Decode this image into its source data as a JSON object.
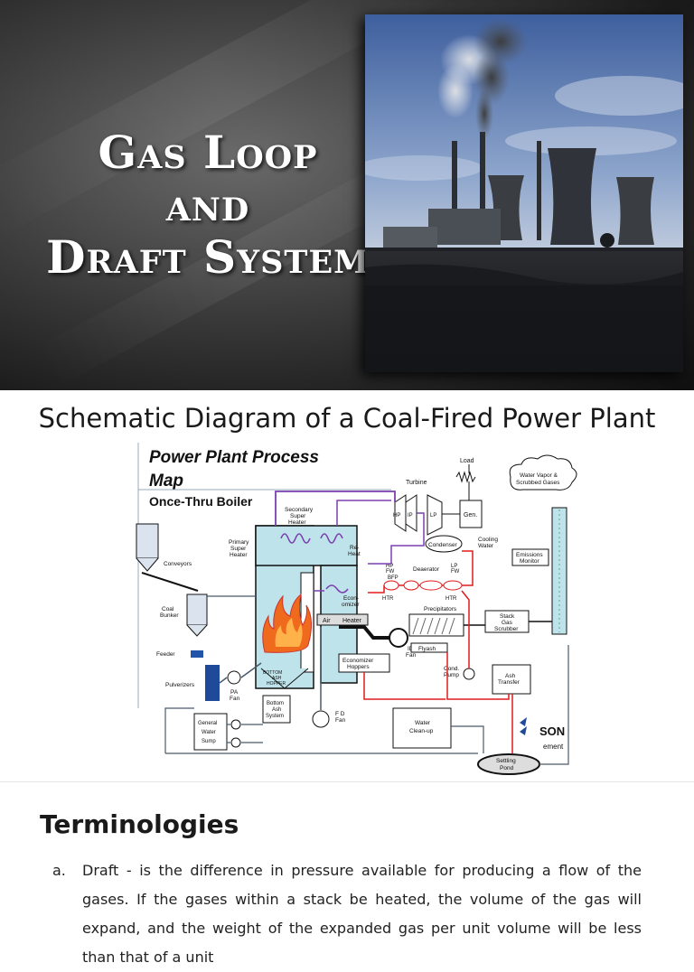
{
  "slide1": {
    "title_lines": [
      "Gas Loop",
      "and",
      "Draft System"
    ],
    "photo": "coal-power-plant-photo"
  },
  "slide2": {
    "heading": "Schematic Diagram of a Coal-Fired Power Plant",
    "diagram": {
      "title_line1": "Power Plant Process",
      "title_line2": "Map",
      "subtitle": "Once-Thru Boiler",
      "labels": {
        "load": "Load",
        "turbine": "Turbine",
        "gen": "Gen.",
        "hp": "HP",
        "ip": "IP",
        "lp": "LP",
        "water_vapor_1": "Water Vapor &",
        "water_vapor_2": "Scrubbed Gases",
        "secondary_1": "Secondary",
        "secondary_2": "Super",
        "secondary_3": "Heater",
        "primary_1": "Primary",
        "primary_2": "Super",
        "primary_3": "Heater",
        "conveyors": "Conveyors",
        "reheat_1": "Re-",
        "reheat_2": "Heat",
        "condenser": "Condenser",
        "cooling_1": "Cooling",
        "cooling_2": "Water",
        "emissions_1": "Emissions",
        "emissions_2": "Monitor",
        "hp_fw_1": "HP",
        "hp_fw_2": "FW",
        "bfp": "BFP",
        "deaerator": "Deaerator",
        "lp_fw_1": "LP",
        "lp_fw_2": "FW",
        "htr1": "HTR",
        "htr2": "HTR",
        "econ_1": "Econ-",
        "econ_2": "omizer",
        "coal_1": "Coal",
        "coal_2": "Bunker",
        "air": "Air",
        "heater": "Heater",
        "precipitators": "Precipitators",
        "stack_1": "Stack",
        "stack_2": "Gas",
        "stack_3": "Scrubber",
        "feeder": "Feeder",
        "flyash": "Flyash",
        "id_1": "ID",
        "id_2": "Fan",
        "bottom_hopper_1": "BOTTOM",
        "bottom_hopper_2": "ASH",
        "bottom_hopper_3": "HOPPER",
        "economizer_h_1": "Economizer",
        "economizer_h_2": "Hoppers",
        "pulverizers": "Pulverizers",
        "pa_1": "PA",
        "pa_2": "Fan",
        "cond_1": "Cond.",
        "cond_2": "Pump",
        "ash_1": "Ash",
        "ash_2": "Transfer",
        "bottom_ash_1": "Bottom",
        "bottom_ash_2": "Ash",
        "bottom_ash_3": "System",
        "fd_1": "F D",
        "fd_2": "Fan",
        "sump_1": "General",
        "sump_2": "Water",
        "sump_3": "Sump",
        "cleanup_1": "Water",
        "cleanup_2": "Clean-up",
        "settling_1": "Settling",
        "settling_2": "Pond",
        "logo_text": "SON",
        "logo_sub": "ement"
      }
    }
  },
  "slide3": {
    "heading": "Terminologies",
    "items": [
      {
        "letter": "a.",
        "term": "Draft",
        "text": " - is the difference in pressure available for producing a flow of the gases. If the gases within a stack be heated, the volume of the gas will expand, and the weight of the expanded gas per unit volume will be less than that of a unit"
      }
    ]
  },
  "colors": {
    "diagram_water": "#7b3fb0",
    "diagram_flow_red": "#e01b1b",
    "diagram_boiler_blue": "#bfe3ea",
    "diagram_title_blue": "#1f2a7a"
  }
}
